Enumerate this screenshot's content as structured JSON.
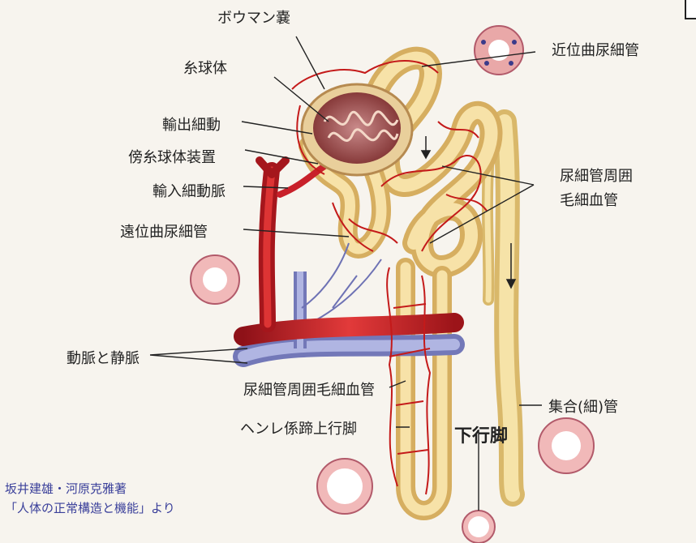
{
  "labels": {
    "bowman": "ボウマン嚢",
    "glomerulus": "糸球体",
    "efferent": "輸出細動",
    "juxta": "傍糸球体装置",
    "afferent": "輸入細動脈",
    "distal": "遠位曲尿細管",
    "artery_vein": "動脈と静脈",
    "peritubular_bottom": "尿細管周囲毛細血管",
    "henle_asc": "ヘンレ係蹄上行脚",
    "descending": "下行脚",
    "proximal": "近位曲尿細管",
    "peritubular_right_1": "尿細管周囲",
    "peritubular_right_2": "毛細血管",
    "collecting": "集合(細)管"
  },
  "credit": {
    "authors": "坂井建雄・河原克雅著",
    "source": "「人体の正常構造と機能」より"
  },
  "colors": {
    "background": "#f7f4ee",
    "tubule": "#f0d79a",
    "artery": "#c8202a",
    "vein": "#9a9fd0",
    "capillary": "#c41a1a",
    "credit": "#3a3f9a"
  }
}
